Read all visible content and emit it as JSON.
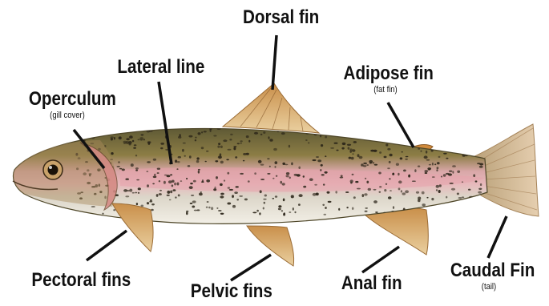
{
  "labels": {
    "dorsal": {
      "main": "Dorsal fin"
    },
    "lateral": {
      "main": "Lateral line"
    },
    "adipose": {
      "main": "Adipose fin",
      "sub": "(fat fin)"
    },
    "operculum": {
      "main": "Operculum",
      "sub": "(gill cover)"
    },
    "pectoral": {
      "main": "Pectoral fins"
    },
    "pelvic": {
      "main": "Pelvic fins"
    },
    "anal": {
      "main": "Anal fin"
    },
    "caudal": {
      "main": "Caudal Fin",
      "sub": "(tail)"
    }
  },
  "colors": {
    "back": "#7a6a3a",
    "belly": "#ece7da",
    "stripe": "#e3a8b0",
    "fin": "#d9ad6c",
    "spots": "#2a2418",
    "leader": "#111111"
  }
}
